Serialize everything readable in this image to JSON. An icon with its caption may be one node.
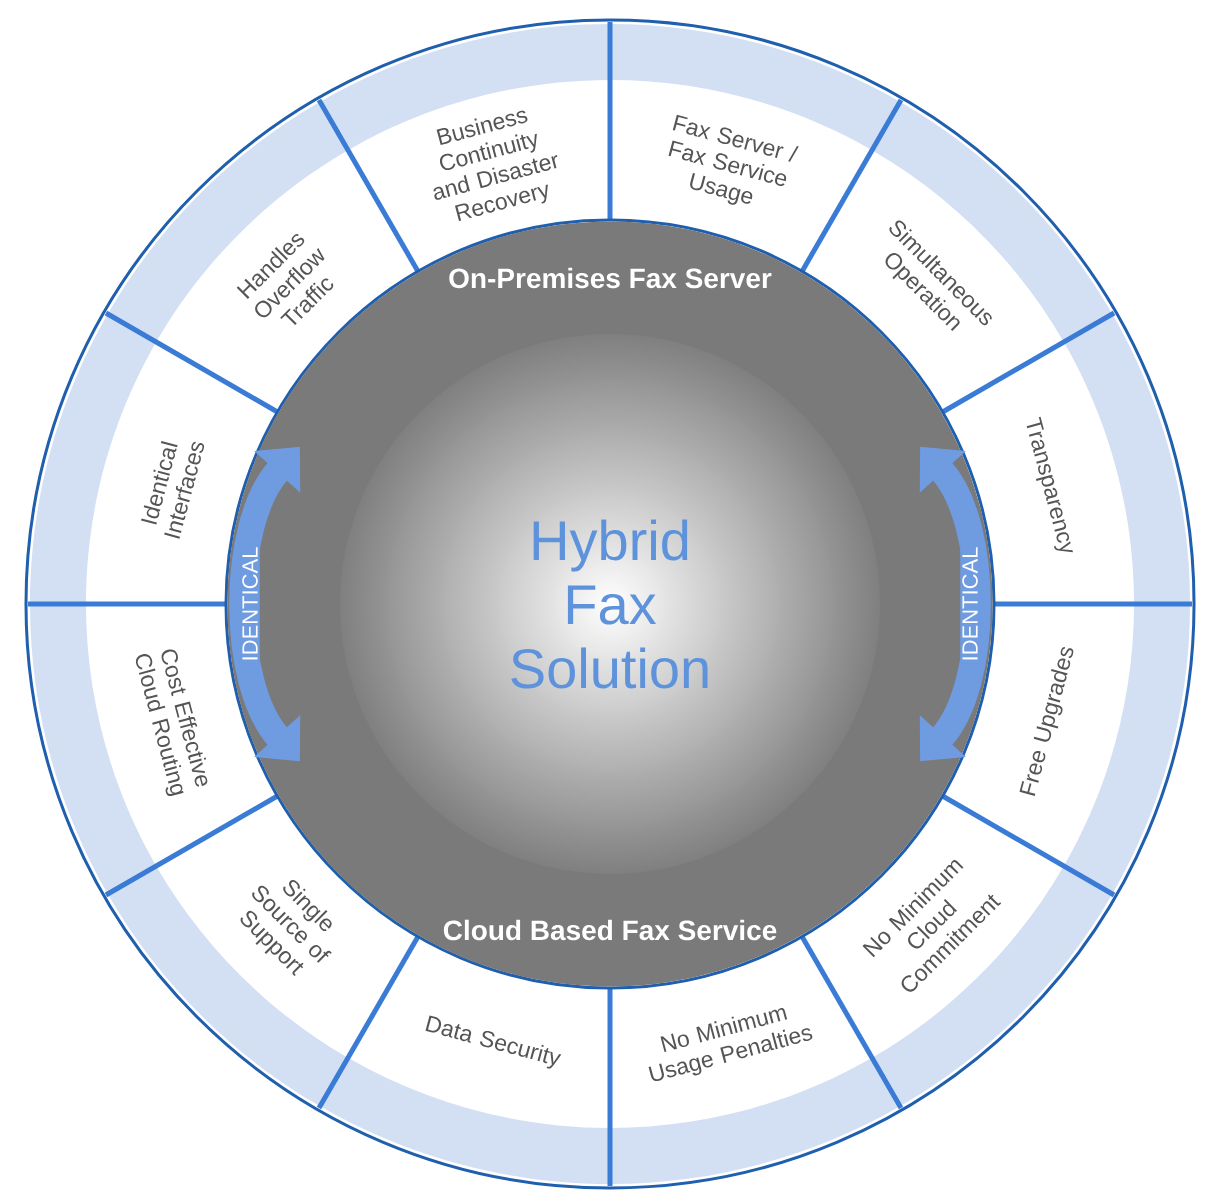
{
  "diagram": {
    "nodes": [
      {
        "text": [
          "Hybrid Fax Solution"
        ]
      },
      {
        "text": [
          "On-Premises Fax Server"
        ]
      },
      {
        "text": [
          "Cloud Based Fax Service"
        ]
      },
      {
        "text": [
          "Business Continuity and Disaster Recovery"
        ]
      },
      {
        "text": [
          "Fax Server / Fax Service Usage"
        ]
      },
      {
        "text": [
          "Simultaneous Operation"
        ]
      },
      {
        "text": [
          "Transparency"
        ]
      },
      {
        "text": [
          "Free Upgrades"
        ]
      },
      {
        "text": [
          "No Minimum Cloud Commitment"
        ]
      },
      {
        "text": [
          "No Minimum Usage Penalties"
        ]
      },
      {
        "text": [
          "Data Security"
        ]
      },
      {
        "text": [
          "Single Source of Support"
        ]
      },
      {
        "text": [
          "Cost Effective Cloud Routing"
        ]
      },
      {
        "text": [
          "Identical Interfaces"
        ]
      },
      {
        "text": [
          "Handles Overflow Traffic"
        ]
      }
    ],
    "edges": [
      {
        "from": 1,
        "to": 2,
        "arrow": "both",
        "label": "IDENTICAL"
      },
      {
        "from": 1,
        "to": 2,
        "arrow": "both",
        "label": "IDENTICAL"
      }
    ]
  }
}
